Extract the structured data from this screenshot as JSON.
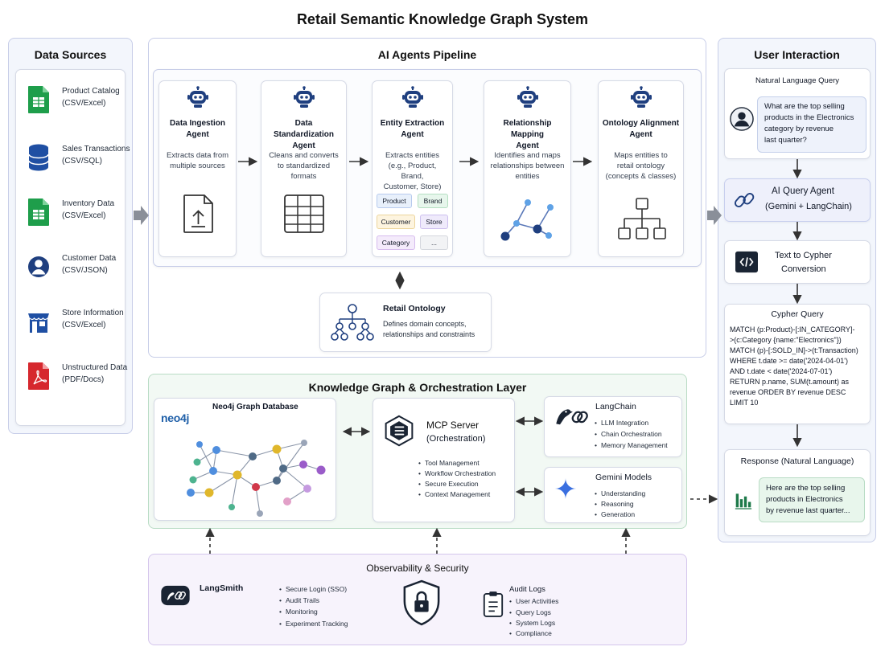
{
  "title": "Retail Semantic Knowledge Graph System",
  "data_sources": {
    "heading": "Data Sources",
    "items": [
      {
        "line1": "Product Catalog",
        "line2": "(CSV/Excel)",
        "icon": "sheet-icon",
        "color": "#1e9e4b"
      },
      {
        "line1": "Sales Transactions",
        "line2": "(CSV/SQL)",
        "icon": "database-icon",
        "color": "#1f4fa3"
      },
      {
        "line1": "Inventory Data",
        "line2": "(CSV/Excel)",
        "icon": "sheet-icon",
        "color": "#1e9e4b"
      },
      {
        "line1": "Customer Data",
        "line2": "(CSV/JSON)",
        "icon": "user-circle-icon",
        "color": "#1f3f7f"
      },
      {
        "line1": "Store Information",
        "line2": "(CSV/Excel)",
        "icon": "store-icon",
        "color": "#1f4fa3"
      },
      {
        "line1": "Unstructured Data",
        "line2": "(PDF/Docs)",
        "icon": "pdf-icon",
        "color": "#d6282e"
      }
    ]
  },
  "pipeline": {
    "heading": "AI Agents Pipeline",
    "agents": [
      {
        "name1": "Data Ingestion",
        "name2": "Agent",
        "desc": [
          "Extracts data from",
          "multiple sources"
        ],
        "icon": "file-upload-icon"
      },
      {
        "name1": "Data Standardization",
        "name2": "Agent",
        "desc": [
          "Cleans and converts",
          "to standardized",
          "formats"
        ],
        "icon": "grid-table-icon"
      },
      {
        "name1": "Entity Extraction",
        "name2": "Agent",
        "desc": [
          "Extracts entities",
          "(e.g., Product, Brand,",
          "Customer, Store)"
        ],
        "icon": "entity-chips"
      },
      {
        "name1": "Relationship Mapping",
        "name2": "Agent",
        "desc": [
          "Identifies and maps",
          "relationships between",
          "entities"
        ],
        "icon": "graph-network-icon"
      },
      {
        "name1": "Ontology Alignment",
        "name2": "Agent",
        "desc": [
          "Maps entities to",
          "retail ontology",
          "(concepts & classes)"
        ],
        "icon": "hierarchy-icon"
      }
    ],
    "chips": [
      {
        "label": "Product",
        "bg": "#e8f0fb",
        "border": "#b7cbee"
      },
      {
        "label": "Brand",
        "bg": "#e7f6ec",
        "border": "#b4dfc1"
      },
      {
        "label": "Customer",
        "bg": "#fdf4df",
        "border": "#ecd59c"
      },
      {
        "label": "Store",
        "bg": "#efeafb",
        "border": "#cdbfee"
      },
      {
        "label": "Category",
        "bg": "#f4ebfb",
        "border": "#d6bcee"
      },
      {
        "label": "...",
        "bg": "#f2f3f5",
        "border": "#d4d7dd"
      }
    ],
    "ontology": {
      "title": "Retail Ontology",
      "desc": [
        "Defines domain concepts,",
        "relationships and constraints"
      ]
    }
  },
  "kg_layer": {
    "heading": "Knowledge Graph & Orchestration Layer",
    "neo4j": {
      "title": "Neo4j Graph Database",
      "logo": "neo4j"
    },
    "mcp": {
      "title": "MCP Server",
      "subtitle": "(Orchestration)",
      "bullets": [
        "Tool Management",
        "Workflow Orchestration",
        "Secure Execution",
        "Context Management"
      ]
    },
    "langchain": {
      "title": "LangChain",
      "bullets": [
        "LLM Integration",
        "Chain Orchestration",
        "Memory Management"
      ]
    },
    "gemini": {
      "title": "Gemini Models",
      "bullets": [
        "Understanding",
        "Reasoning",
        "Generation"
      ]
    }
  },
  "observability": {
    "heading": "Observability & Security",
    "langsmith": {
      "title": "LangSmith",
      "bullets": [
        "Secure Login (SSO)",
        "Audit Trails",
        "Monitoring",
        "Experiment Tracking"
      ]
    },
    "audit": {
      "title": "Audit Logs",
      "bullets": [
        "User Activities",
        "Query Logs",
        "System Logs",
        "Compliance"
      ]
    }
  },
  "user_interaction": {
    "heading": "User Interaction",
    "nl_query": {
      "title": "Natural Language Query",
      "text": [
        "What are the top selling",
        "products in the Electronics",
        "category by revenue",
        "last quarter?"
      ]
    },
    "ai_agent": {
      "title": "AI Query Agent",
      "subtitle": "(Gemini + LangChain)"
    },
    "cypher_conv": {
      "title": "Text to Cypher",
      "subtitle": "Conversion"
    },
    "cypher_query": {
      "title": "Cypher Query",
      "lines": [
        "MATCH (p:Product)-[:IN_CATEGORY]-",
        ">(c:Category {name:\"Electronics\"})",
        "MATCH (p)-[:SOLD_IN]->(t:Transaction)",
        "WHERE t.date >= date('2024-04-01')",
        "AND t.date < date('2024-07-01')",
        "RETURN p.name, SUM(t.amount) as",
        "revenue ORDER BY revenue DESC",
        "LIMIT 10"
      ]
    },
    "response": {
      "title": "Response (Natural Language)",
      "text": [
        "Here are the top selling",
        "products in Electronics",
        "by revenue last quarter..."
      ]
    }
  }
}
